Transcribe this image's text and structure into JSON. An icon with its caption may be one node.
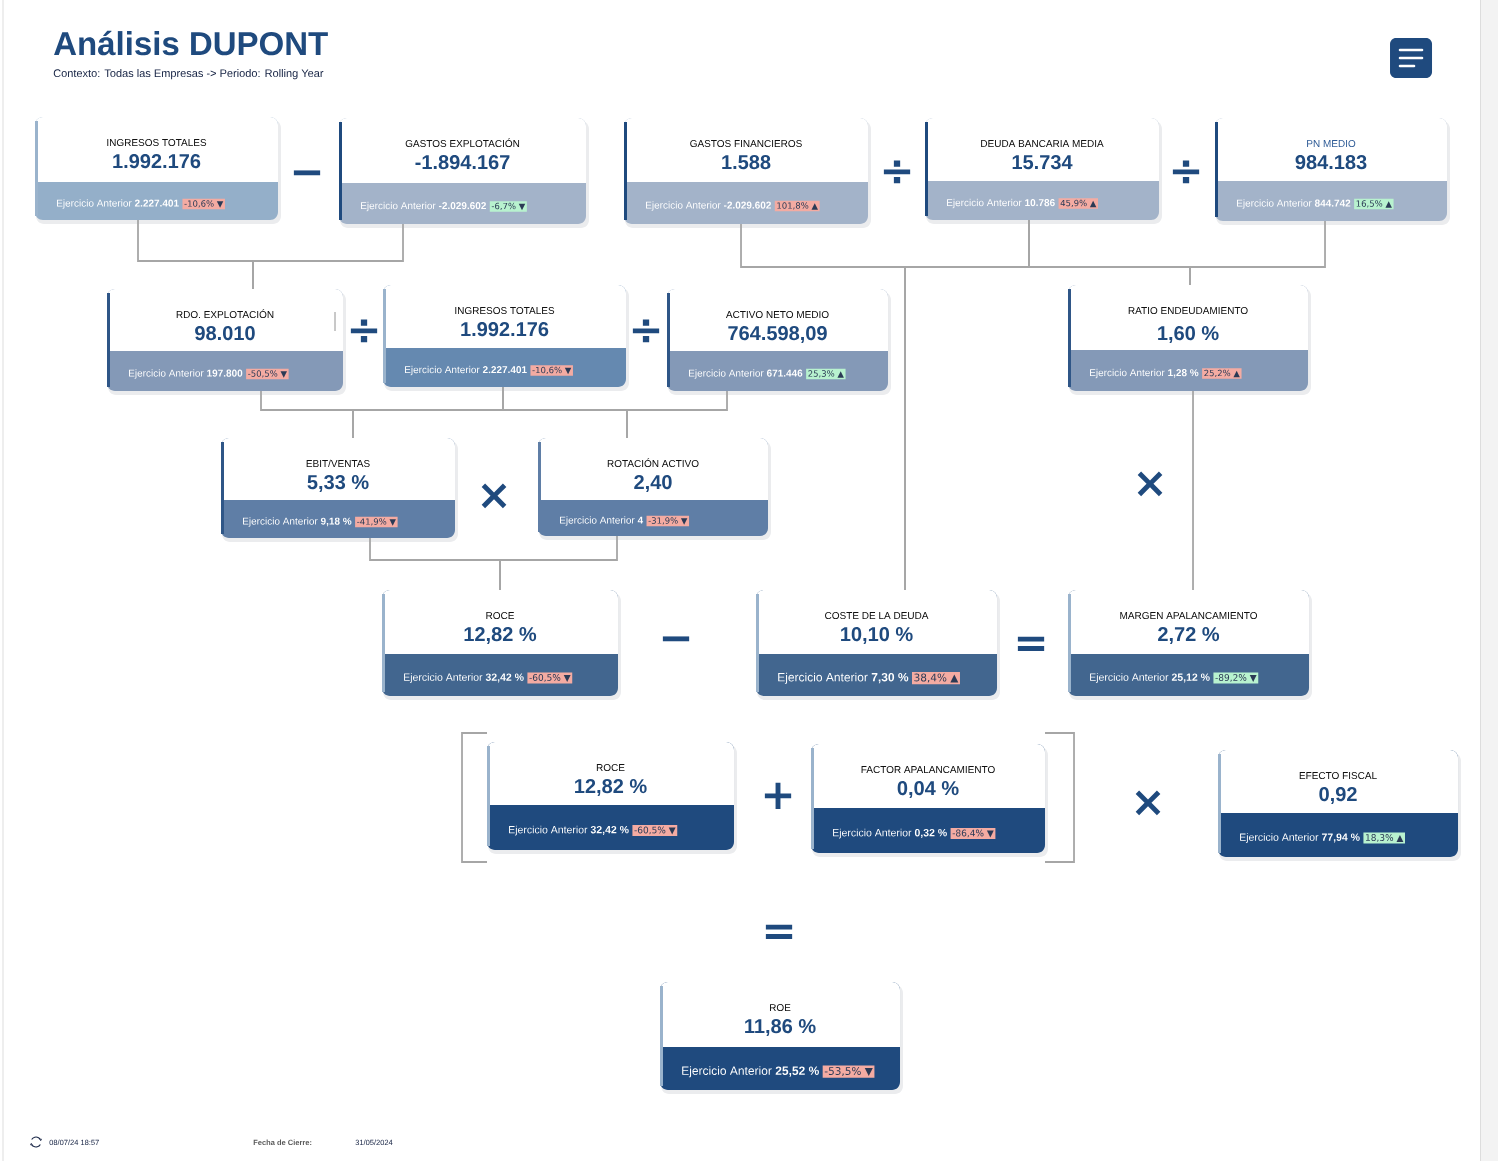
{
  "diagram": {
    "title": "Análisis DUPONT",
    "nodes": [
      {
        "text": [
          "INGRESOS TOTALES",
          "1.992.176",
          "Ejercicio Anterior **2.227.401**",
          "-10,6% ▼"
        ]
      },
      {
        "text": [
          "GASTOS EXPLOTACIÓN",
          "-1.894.167",
          "Ejercicio Anterior **-2.029.602**",
          "-6,7% ▼"
        ]
      },
      {
        "text": [
          "GASTOS FINANCIEROS",
          "1.588",
          "Ejercicio Anterior **-2.029.602**",
          "101,8% ▲"
        ]
      },
      {
        "text": [
          "DEUDA BANCARIA MEDIA",
          "15.734",
          "Ejercicio Anterior **10.786**",
          "45,9% ▲"
        ]
      },
      {
        "text": [
          "PN MEDIO",
          "984.183",
          "Ejercicio Anterior **844.742**",
          "16,5% ▲"
        ]
      },
      {
        "text": [
          "RDO. EXPLOTACIÓN",
          "98.010",
          "Ejercicio Anterior **197.800**",
          "-50,5% ▼"
        ]
      },
      {
        "text": [
          "INGRESOS TOTALES",
          "1.992.176",
          "Ejercicio Anterior **2.227.401**",
          "-10,6% ▼"
        ]
      },
      {
        "text": [
          "ACTIVO NETO MEDIO",
          "764.598,09",
          "Ejercicio Anterior **671.446**",
          "25,3% ▲"
        ]
      },
      {
        "text": [
          "RATIO ENDEUDAMIENTO",
          "1,60 %",
          "Ejercicio Anterior **1,28 %**",
          "25,2% ▲"
        ]
      },
      {
        "text": [
          "EBIT/VENTAS",
          "5,33 %",
          "Ejercicio Anterior **9,18 %**",
          "-41,9% ▼"
        ]
      },
      {
        "text": [
          "ROTACIÓN ACTIVO",
          "2,40",
          "Ejercicio Anterior **4**",
          "-31,9% ▼"
        ]
      },
      {
        "text": [
          "ROCE",
          "12,82 %",
          "Ejercicio Anterior **32,42 %**",
          "-60,5% ▼"
        ]
      },
      {
        "text": [
          "COSTE DE LA DEUDA",
          "10,10 %",
          "Ejercicio Anterior **7,30 %**",
          "38,4% ▲"
        ]
      },
      {
        "text": [
          "MARGEN APALANCAMIENTO",
          "2,72 %",
          "Ejercicio Anterior **25,12 %**",
          "-89,2% ▼"
        ]
      },
      {
        "text": [
          "ROCE",
          "12,82 %",
          "Ejercicio Anterior **32,42 %**",
          "-60,5% ▼"
        ]
      },
      {
        "text": [
          "FACTOR APALANCAMIENTO",
          "0,04 %",
          "Ejercicio Anterior **0,32 %**",
          "-86,4% ▼"
        ]
      },
      {
        "text": [
          "EFECTO FISCAL",
          "0,92",
          "Ejercicio Anterior **77,94 %**",
          "18,3% ▲"
        ]
      },
      {
        "text": [
          "ROE",
          "11,86 %",
          "Ejercicio Anterior **25,52 %**",
          "-53,5% ▼"
        ]
      }
    ],
    "edges": [
      {
        "from": 0,
        "to": 5,
        "arrow": "none"
      },
      {
        "from": 1,
        "to": 5,
        "arrow": "none"
      },
      {
        "from": 2,
        "to": 12,
        "arrow": "none"
      },
      {
        "from": 3,
        "to": 12,
        "arrow": "none"
      },
      {
        "from": 3,
        "to": 8,
        "arrow": "none"
      },
      {
        "from": 4,
        "to": 8,
        "arrow": "none"
      },
      {
        "from": 5,
        "to": 9,
        "arrow": "none"
      },
      {
        "from": 6,
        "to": 9,
        "arrow": "none"
      },
      {
        "from": 6,
        "to": 10,
        "arrow": "none"
      },
      {
        "from": 7,
        "to": 10,
        "arrow": "none"
      },
      {
        "from": 8,
        "to": 13,
        "arrow": "none"
      },
      {
        "from": 9,
        "to": 11,
        "arrow": "none"
      },
      {
        "from": 10,
        "to": 11,
        "arrow": "none"
      }
    ],
    "labels": [
      "Contexto: Todas las Empresas -> Periodo: Rolling Year",
      "−",
      "÷",
      "÷",
      "÷",
      "÷",
      "×",
      "×",
      "−",
      "=",
      "+",
      "×",
      "=",
      "08/07/24 18:57",
      "Fecha de Cierre:",
      "31/05/2024"
    ]
  }
}
